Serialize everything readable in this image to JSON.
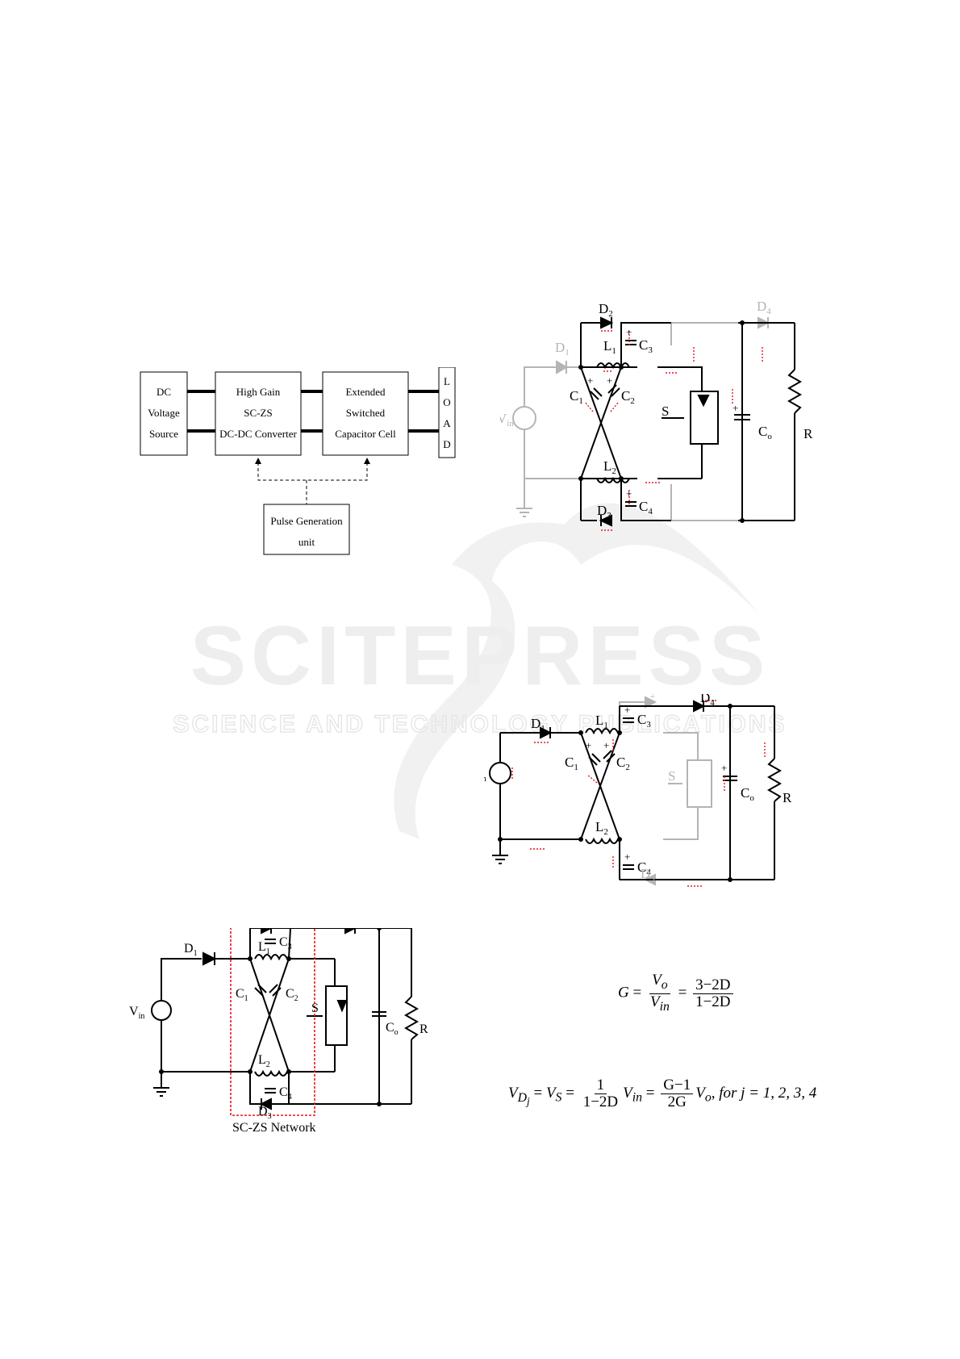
{
  "watermark": {
    "logo": "SCITEPRESS",
    "tagline": "SCIENCE AND TECHNOLOGY PUBLICATIONS"
  },
  "block_diagram": {
    "dc_source": [
      "DC",
      "Voltage",
      "Source"
    ],
    "converter": [
      "High Gain",
      "SC-ZS",
      "DC-DC Converter"
    ],
    "extended_cell": [
      "Extended",
      "Switched",
      "Capacitor Cell"
    ],
    "load": [
      "L",
      "O",
      "A",
      "D"
    ],
    "pulse_unit": [
      "Pulse Generation",
      "unit"
    ]
  },
  "circuit_labels": {
    "vin": "V",
    "vin_sub": "in",
    "d1": "D",
    "d1_sub": "1",
    "d2": "D",
    "d2_sub": "2",
    "d3": "D",
    "d3_sub": "3",
    "d4": "D",
    "d4_sub": "4",
    "l1": "L",
    "l1_sub": "1",
    "l2": "L",
    "l2_sub": "2",
    "c1": "C",
    "c1_sub": "1",
    "c2": "C",
    "c2_sub": "2",
    "c3": "C",
    "c3_sub": "3",
    "c4": "C",
    "c4_sub": "4",
    "co": "C",
    "co_sub": "o",
    "s": "S",
    "r": "R",
    "plus": "+",
    "network_label": "SC-ZS Network"
  },
  "equations": {
    "gain": {
      "lhs": "G",
      "eq": "=",
      "num1": "V",
      "num1_sub": "o",
      "den1": "V",
      "den1_sub": "in",
      "num2": "3−2D",
      "den2": "1−2D"
    },
    "stress": {
      "lhs": "V",
      "lhs_sub": "D",
      "lhs_subsub": "j",
      "eq": "=",
      "vs": "V",
      "vs_sub": "S",
      "num1": "1",
      "den1": "1−2D",
      "vin": "V",
      "vin_sub": "in",
      "num2": "G−1",
      "den2": "2G",
      "vo": "V",
      "vo_sub": "o",
      "tail": ",   for j = 1, 2, 3, 4"
    }
  },
  "colors": {
    "current_arrow": "#e8151b",
    "inactive": "#b4b4b4",
    "network_box": "#e8151b"
  }
}
